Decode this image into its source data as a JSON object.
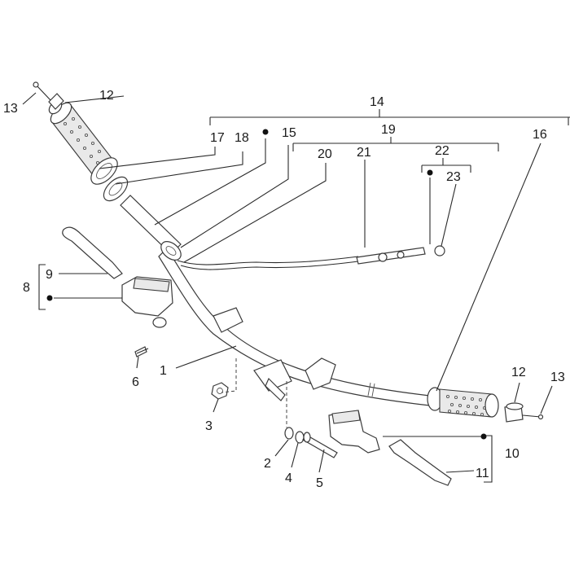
{
  "diagram": {
    "callouts": {
      "c1": "1",
      "c2": "2",
      "c3": "3",
      "c4": "4",
      "c5": "5",
      "c6": "6",
      "c8": "8",
      "c9": "9",
      "c10": "10",
      "c11": "11",
      "c12a": "12",
      "c12b": "12",
      "c13a": "13",
      "c13b": "13",
      "c14": "14",
      "c15": "15",
      "c16": "16",
      "c17": "17",
      "c18": "18",
      "c19": "19",
      "c20": "20",
      "c21": "21",
      "c22": "22",
      "c23": "23"
    }
  }
}
